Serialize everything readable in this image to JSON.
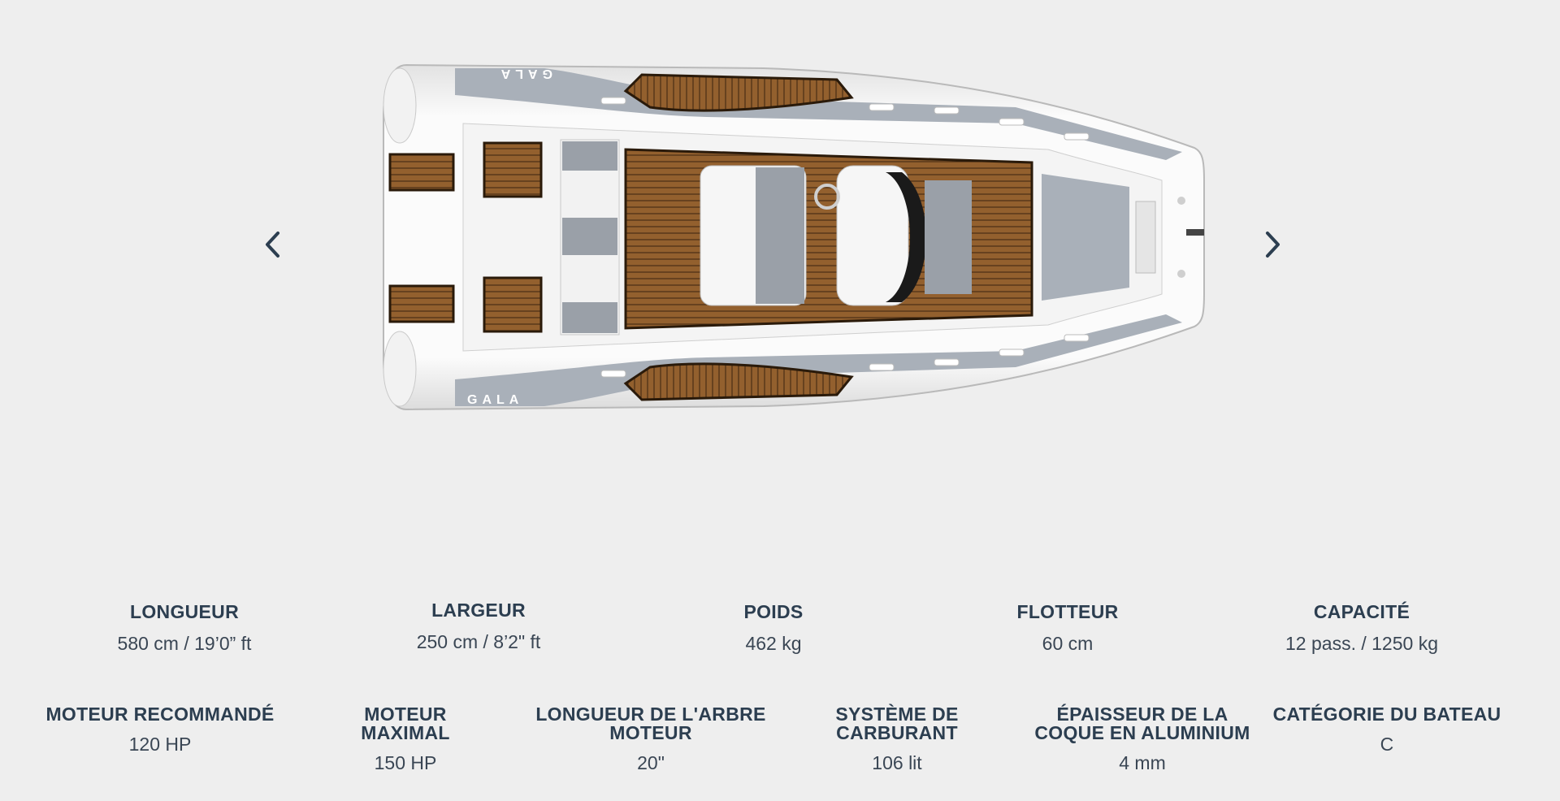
{
  "carousel": {
    "prev_icon": "chevron-left-icon",
    "next_icon": "chevron-right-icon",
    "boat_image": "boat-top-view",
    "hull_brand_text": "GALA"
  },
  "specs_row1": [
    {
      "label": "LONGUEUR",
      "value": "580 cm / 19’0” ft"
    },
    {
      "label": "LARGEUR",
      "value": "250 cm / 8’2\" ft"
    },
    {
      "label": "POIDS",
      "value": "462 kg"
    },
    {
      "label": "FLOTTEUR",
      "value": "60 cm"
    },
    {
      "label": "CAPACITÉ",
      "value": "12 pass. / 1250 kg"
    }
  ],
  "specs_row2": [
    {
      "label_lines": [
        "MOTEUR RECOMMANDÉ"
      ],
      "value": "120 HP"
    },
    {
      "label_lines": [
        "MOTEUR",
        "MAXIMAL"
      ],
      "value": "150  HP"
    },
    {
      "label_lines": [
        "LONGUEUR DE L'ARBRE",
        "MOTEUR"
      ],
      "value": "20\""
    },
    {
      "label_lines": [
        "SYSTÈME DE",
        "CARBURANT"
      ],
      "value": "106 lit"
    },
    {
      "label_lines": [
        "ÉPAISSEUR DE LA",
        "COQUE EN ALUMINIUM"
      ],
      "value": "4 mm"
    },
    {
      "label_lines": [
        "CATÉGORIE DU BATEAU"
      ],
      "value": "C"
    }
  ],
  "colors": {
    "background": "#eeeeee",
    "text": "#2c3e50",
    "hull": "#f7f7f7",
    "stripe": "#a9b0b9",
    "teak": "#8a5a2b"
  }
}
